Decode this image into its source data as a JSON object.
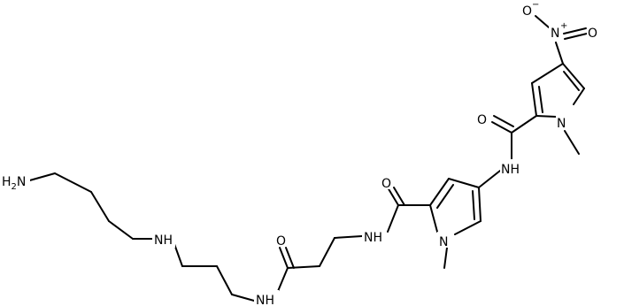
{
  "colors": {
    "bond": "#000000",
    "background": "#ffffff",
    "text": "#000000"
  },
  "atoms": [
    {
      "id": "N_amine",
      "label": "H2N"
    },
    {
      "id": "N_sec",
      "label": "NH"
    },
    {
      "id": "N_amide1",
      "label": "NH"
    },
    {
      "id": "O_amide1",
      "label": "O"
    },
    {
      "id": "N_amide2",
      "label": "NH"
    },
    {
      "id": "O_amide2",
      "label": "O"
    },
    {
      "id": "N_pyr1",
      "label": "N"
    },
    {
      "id": "N_amide3",
      "label": "NH"
    },
    {
      "id": "O_amide3",
      "label": "O"
    },
    {
      "id": "N_pyr2",
      "label": "N"
    },
    {
      "id": "N_nitro",
      "label": "N"
    },
    {
      "id": "O_nitro_minus",
      "label": "O"
    },
    {
      "id": "O_nitro_eq",
      "label": "O"
    }
  ],
  "charges": {
    "plus": "+",
    "minus": "−"
  }
}
